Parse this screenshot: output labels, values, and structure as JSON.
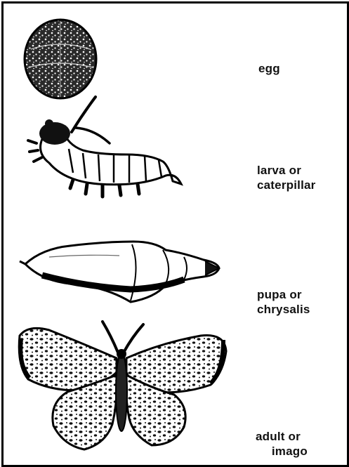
{
  "stages": [
    {
      "id": "egg",
      "lines": [
        "egg"
      ]
    },
    {
      "id": "larva",
      "lines": [
        "larva or",
        "caterpillar"
      ]
    },
    {
      "id": "pupa",
      "lines": [
        "pupa or",
        "chrysalis"
      ]
    },
    {
      "id": "adult",
      "lines": [
        "adult or",
        "imago"
      ]
    }
  ]
}
